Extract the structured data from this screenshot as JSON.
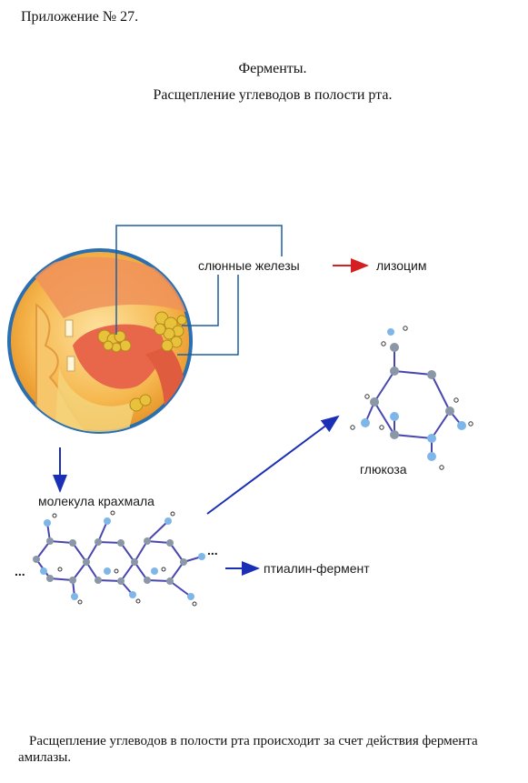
{
  "header": {
    "appendix": "Приложение № 27."
  },
  "titles": {
    "line1": "Ферменты.",
    "line2": "Расщепление углеводов в полости рта."
  },
  "figure": {
    "label_salivary": "слюнные железы",
    "label_lysozyme": "лизоцим",
    "label_glucose": "глюкоза",
    "label_starch": "молекула крахмала",
    "label_ptyalin": "птиалин-фермент",
    "ellipsis": "...",
    "colors": {
      "frame": "#1f5fa0",
      "mouth_bg": "#f5b54a",
      "red_arrow": "#d42020",
      "blue_arrow": "#1a2fb5",
      "bond": "#4a46b0",
      "atom_c": "#8a97a6",
      "atom_o": "#7fb6e8"
    }
  },
  "caption": "Расщепление углеводов в полости рта происходит за счет действия фермента амилазы."
}
